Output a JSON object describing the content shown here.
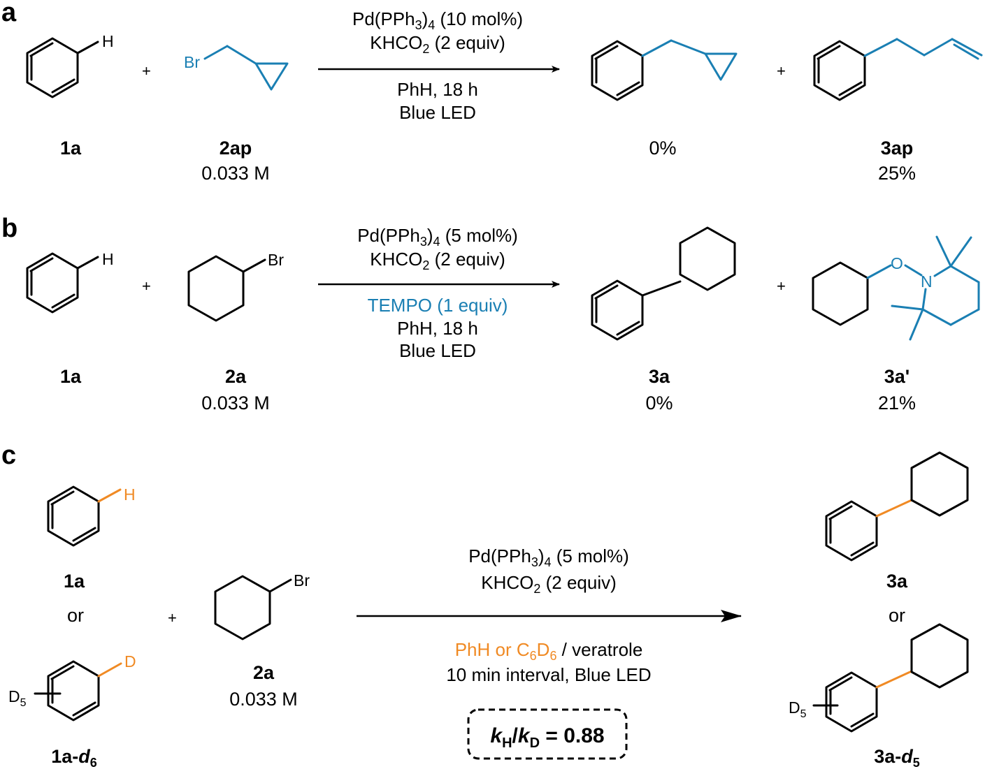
{
  "colors": {
    "blue": "#1a7fb3",
    "orange": "#f08a24",
    "black": "#000000"
  },
  "panel_a": {
    "letter": "a",
    "h_atom": "H",
    "br_atom": "Br",
    "plus": "+",
    "cond_line1_pre": "Pd(PPh",
    "cond_line1_sub": "3",
    "cond_line1_mid": ")",
    "cond_line1_sub2": "4",
    "cond_line1_post": " (10 mol%)",
    "cond_line2_pre": "KHCO",
    "cond_line2_sub": "2",
    "cond_line2_post": " (2 equiv)",
    "cond_line3": "PhH, 18 h",
    "cond_line4": "Blue LED",
    "reactant1_label": "1a",
    "reactant2_label": "2ap",
    "reactant2_conc": "0.033 M",
    "product1_yield": "0%",
    "product2_label": "3ap",
    "product2_yield": "25%"
  },
  "panel_b": {
    "letter": "b",
    "h_atom": "H",
    "br_atom": "Br",
    "o_atom": "O",
    "n_atom": "N",
    "plus": "+",
    "cond_line1_pre": "Pd(PPh",
    "cond_line1_sub": "3",
    "cond_line1_mid": ")",
    "cond_line1_sub2": "4",
    "cond_line1_post": " (5 mol%)",
    "cond_line2_pre": "KHCO",
    "cond_line2_sub": "2",
    "cond_line2_post": " (2 equiv)",
    "cond_line3": "TEMPO (1 equiv)",
    "cond_line4": "PhH, 18 h",
    "cond_line5": "Blue LED",
    "reactant1_label": "1a",
    "reactant2_label": "2a",
    "reactant2_conc": "0.033 M",
    "product1_label": "3a",
    "product1_yield": "0%",
    "product2_label": "3a'",
    "product2_yield": "21%"
  },
  "panel_c": {
    "letter": "c",
    "h_atom": "H",
    "d_atom": "D",
    "d5_pre": "D",
    "d5_sub": "5",
    "br_atom": "Br",
    "plus": "+",
    "or": "or",
    "cond_line1_pre": "Pd(PPh",
    "cond_line1_sub": "3",
    "cond_line1_mid": ")",
    "cond_line1_sub2": "4",
    "cond_line1_post": " (5 mol%)",
    "cond_line2_pre": "KHCO",
    "cond_line2_sub": "2",
    "cond_line2_post": " (2 equiv)",
    "cond_line3_pre": "PhH or C",
    "cond_line3_sub1": "6",
    "cond_line3_mid": "D",
    "cond_line3_sub2": "6",
    "cond_line3_post": " / veratrole",
    "cond_line4": "10 min interval, Blue LED",
    "kie_k1": "k",
    "kie_h": "H",
    "kie_slash": "/",
    "kie_k2": "k",
    "kie_d": "D",
    "kie_value": " = 0.88",
    "reactant1_label": "1a",
    "reactant1d_label_pre": "1a-",
    "reactant1d_label_d": "d",
    "reactant1d_label_sub": "6",
    "reactant2_label": "2a",
    "reactant2_conc": "0.033 M",
    "product1_label": "3a",
    "product2_label_pre": "3a-",
    "product2_label_d": "d",
    "product2_label_sub": "5"
  }
}
